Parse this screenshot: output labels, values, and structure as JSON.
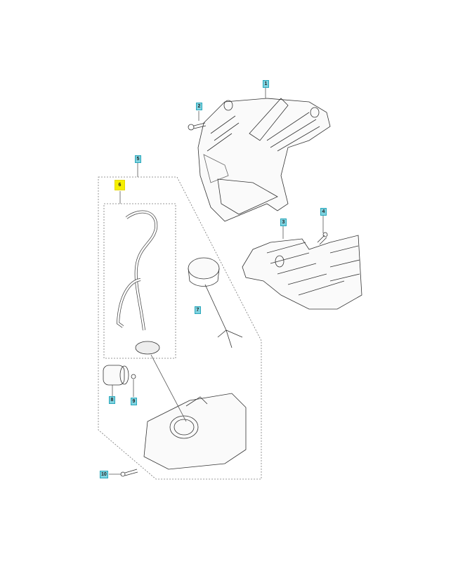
{
  "diagram": {
    "callouts": [
      {
        "id": "1",
        "label": "1"
      },
      {
        "id": "2",
        "label": "2"
      },
      {
        "id": "3",
        "label": "3"
      },
      {
        "id": "4",
        "label": "4"
      },
      {
        "id": "5",
        "label": "5"
      },
      {
        "id": "6",
        "label": "6",
        "highlighted": true
      },
      {
        "id": "7",
        "label": "7"
      },
      {
        "id": "8",
        "label": "8"
      },
      {
        "id": "9",
        "label": "9"
      },
      {
        "id": "10",
        "label": "10"
      }
    ],
    "colors": {
      "callout": "#7fd3e0",
      "highlight": "#f5ef00",
      "line": "#333333"
    }
  }
}
